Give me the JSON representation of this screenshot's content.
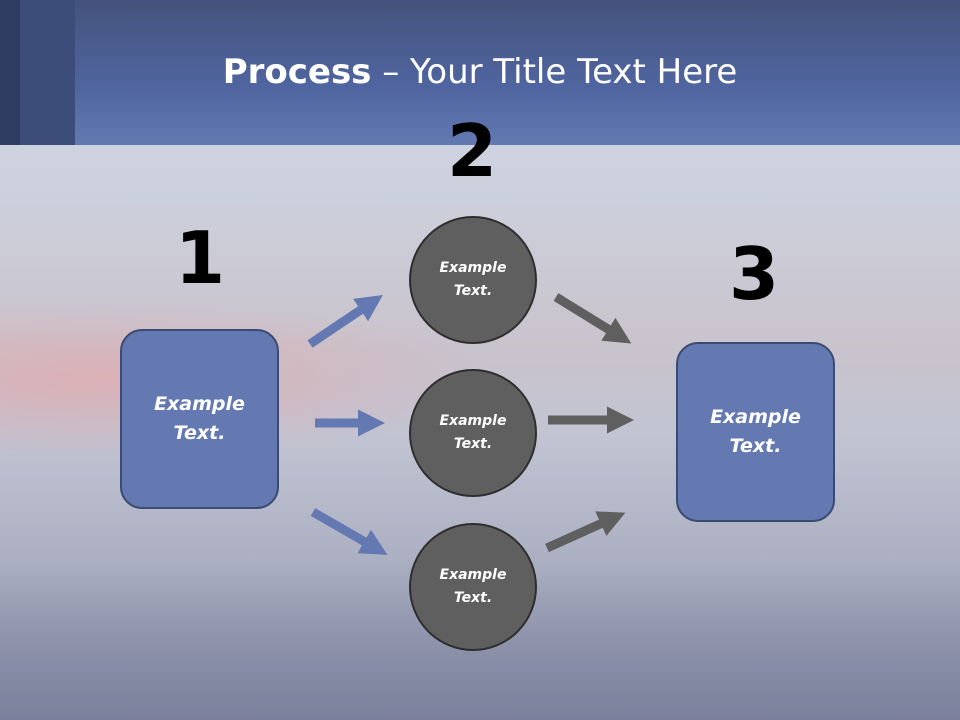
{
  "title": {
    "bold": "Process",
    "rest": " – Your Title Text Here"
  },
  "steps": [
    {
      "number": "1"
    },
    {
      "number": "2"
    },
    {
      "number": "3"
    }
  ],
  "left_box": {
    "text": "Example Text."
  },
  "circles": [
    {
      "text": "Example Text."
    },
    {
      "text": "Example Text."
    },
    {
      "text": "Example Text."
    }
  ],
  "right_box": {
    "text": "Example Text."
  },
  "colors": {
    "blue": "#6479b2",
    "gray": "#5f5f5f"
  }
}
